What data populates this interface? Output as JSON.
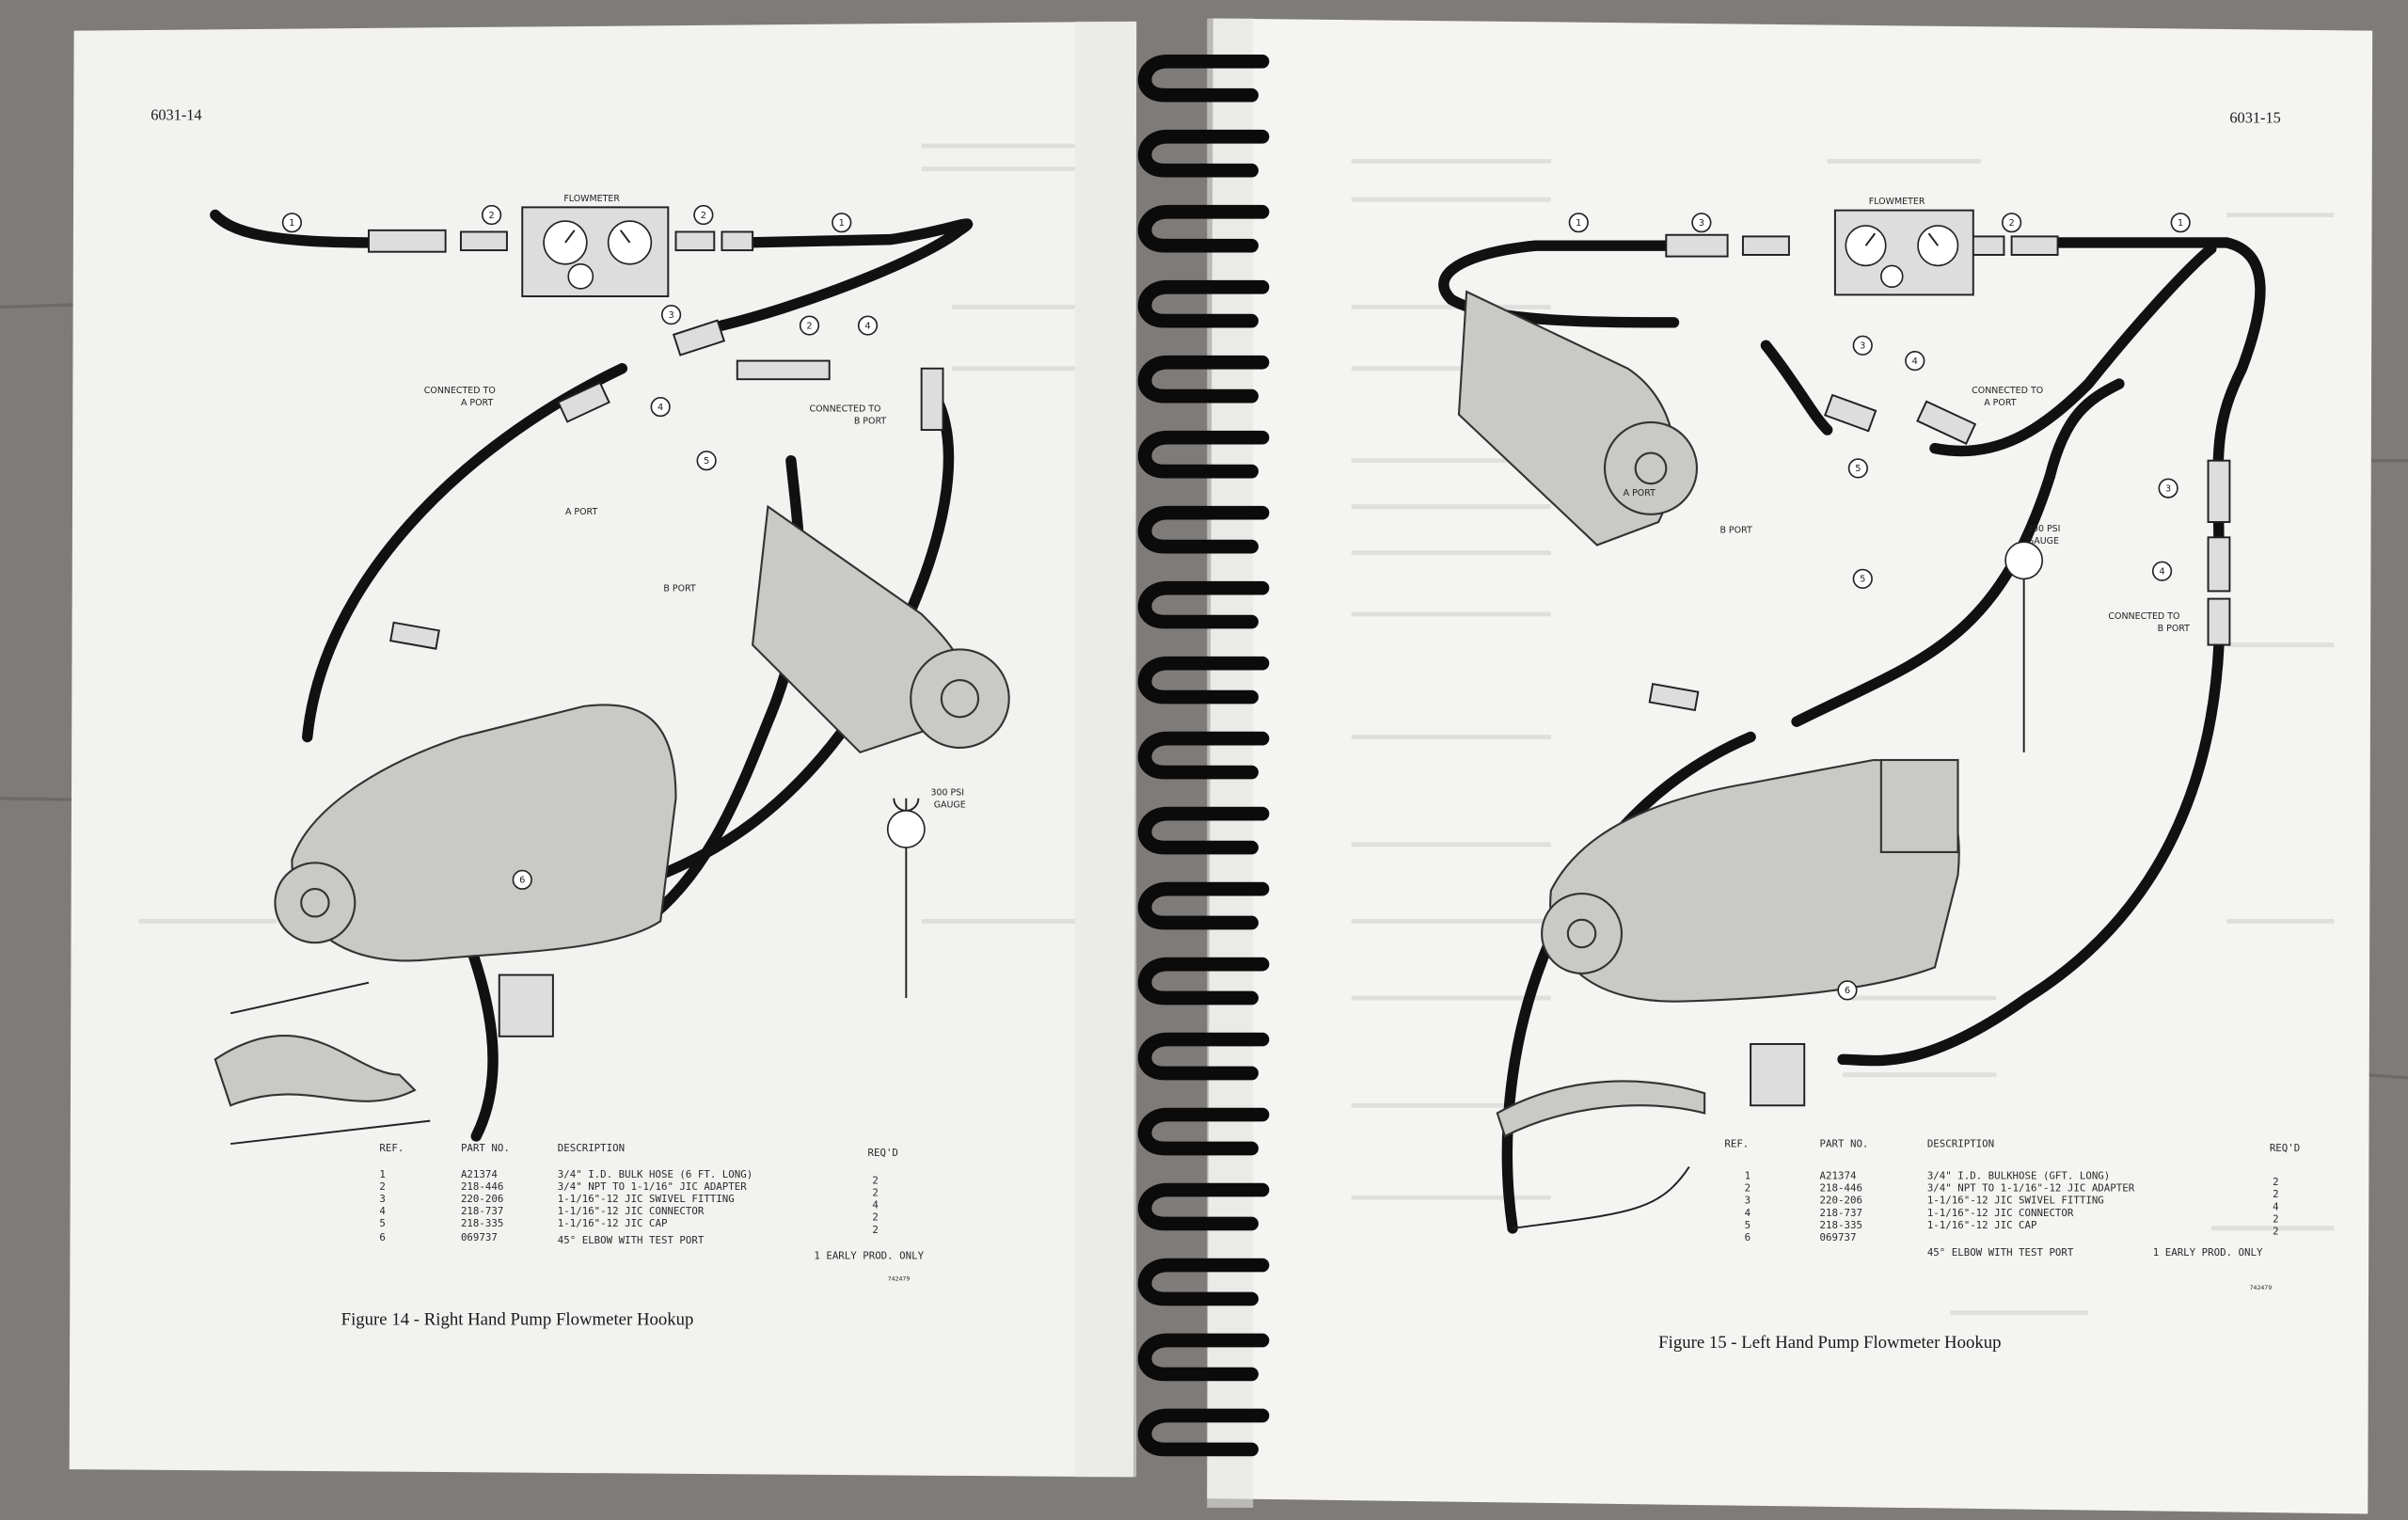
{
  "left_page": {
    "page_number": "6031-14",
    "figure_caption": "Figure 14 - Right Hand Pump Flowmeter Hookup",
    "labels": {
      "flowmeter": "FLOWMETER",
      "connected_a_1": "CONNECTED TO",
      "connected_a_2": "A PORT",
      "connected_b_1": "CONNECTED TO",
      "connected_b_2": "B PORT",
      "a_port": "A PORT",
      "b_port": "B PORT",
      "gauge_1": "300 PSI",
      "gauge_2": "GAUGE"
    },
    "callouts": [
      "1",
      "2",
      "2",
      "1",
      "3",
      "2",
      "4",
      "4",
      "5",
      "6"
    ],
    "table": {
      "headers": [
        "REF.",
        "PART NO.",
        "DESCRIPTION",
        "REQ'D"
      ],
      "rows": [
        [
          "1",
          "A21374",
          "3/4\" I.D. BULK HOSE (6 FT. LONG)",
          "2"
        ],
        [
          "2",
          "218-446",
          "3/4\" NPT TO 1-1/16\" JIC ADAPTER",
          "2"
        ],
        [
          "3",
          "220-206",
          "1-1/16\"-12 JIC SWIVEL FITTING",
          "4"
        ],
        [
          "4",
          "218-737",
          "1-1/16\"-12 JIC CONNECTOR",
          "2"
        ],
        [
          "5",
          "218-335",
          "1-1/16\"-12 JIC CAP",
          "2"
        ],
        [
          "6",
          "069737",
          "45° ELBOW WITH TEST PORT",
          "1 EARLY PROD. ONLY"
        ]
      ],
      "code": "742479"
    }
  },
  "right_page": {
    "page_number": "6031-15",
    "figure_caption": "Figure 15 - Left Hand Pump Flowmeter Hookup",
    "labels": {
      "flowmeter": "FLOWMETER",
      "connected_a_1": "CONNECTED TO",
      "connected_a_2": "A PORT",
      "connected_b_1": "CONNECTED TO",
      "connected_b_2": "B PORT",
      "a_port": "A PORT",
      "b_port": "B PORT",
      "gauge_1": "300 PSI",
      "gauge_2": "GAUGE"
    },
    "callouts": [
      "1",
      "3",
      "2",
      "1",
      "3",
      "4",
      "5",
      "5",
      "3",
      "4",
      "6"
    ],
    "table": {
      "headers": [
        "REF.",
        "PART NO.",
        "DESCRIPTION",
        "REQ'D"
      ],
      "rows": [
        [
          "1",
          "A21374",
          "3/4\" I.D. BULKHOSE (GFT. LONG)",
          "2"
        ],
        [
          "2",
          "218-446",
          "3/4\" NPT TO 1-1/16\"-12 JIC ADAPTER",
          "2"
        ],
        [
          "3",
          "220-206",
          "1-1/16\"-12 JIC SWIVEL FITTING",
          "4"
        ],
        [
          "4",
          "218-737",
          "1-1/16\"-12 JIC CONNECTOR",
          "2"
        ],
        [
          "5",
          "218-335",
          "1-1/16\"-12 JIC CAP",
          "2"
        ],
        [
          "6",
          "069737",
          "45° ELBOW WITH TEST PORT",
          "1 EARLY PROD. ONLY"
        ]
      ],
      "code": "742479"
    }
  },
  "colors": {
    "background": "#7e7b79",
    "paper": "#f3f3f1",
    "ink": "#111111",
    "binding": "#0b0b0b"
  }
}
